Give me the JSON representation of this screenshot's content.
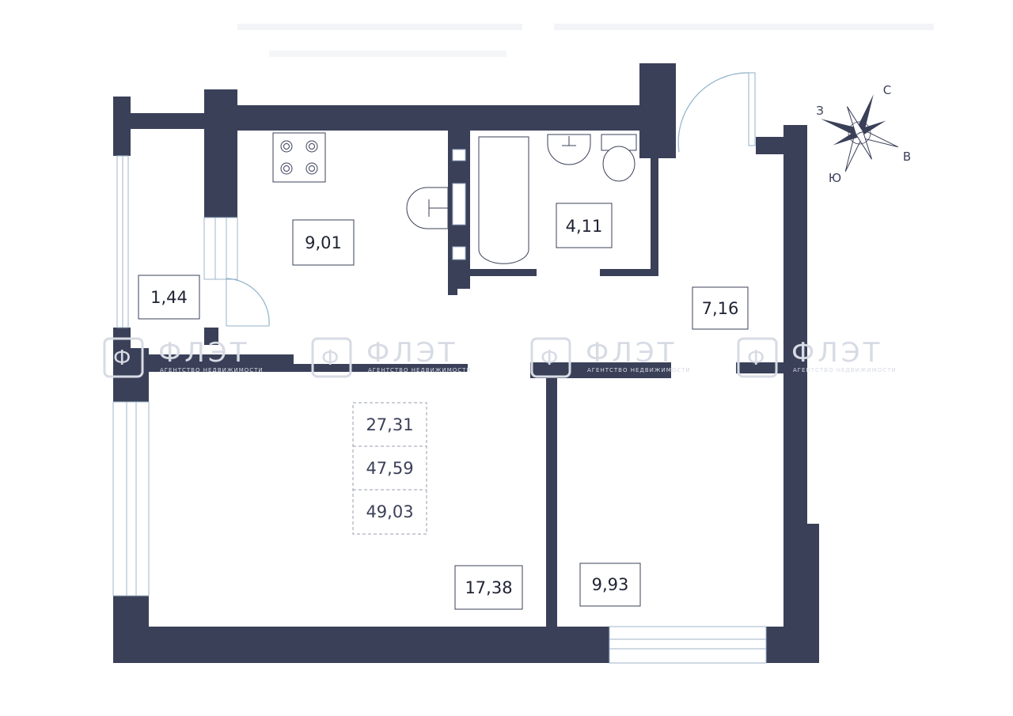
{
  "rooms": {
    "loggia_area": "1,44",
    "kitchen_area": "9,01",
    "bathroom_area": "4,11",
    "hallway_area": "7,16",
    "living_room_area": "17,38",
    "bedroom_area": "9,93"
  },
  "totals": {
    "living_area": "27,31",
    "total_area": "47,59",
    "total_with_loggia": "49,03"
  },
  "compass": {
    "north": "С",
    "south": "Ю",
    "east": "В",
    "west": "З"
  },
  "watermark": {
    "brand": "ФЛЭТ",
    "tagline": "АГЕНТСТВО НЕДВИЖИМОСТИ"
  },
  "colors": {
    "wall": "#3b4059",
    "window": "#9fb6c9",
    "door_arc": "#8fb1c8",
    "watermark": "#d7dbe4"
  }
}
